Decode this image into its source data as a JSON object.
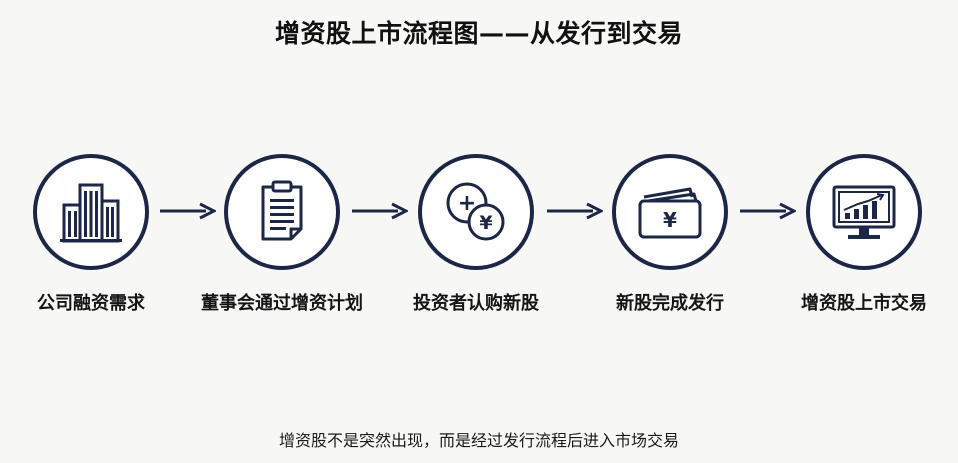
{
  "title": "增资股上市流程图——从发行到交易",
  "steps": [
    {
      "label": "公司融资需求",
      "icon": "office-building-icon"
    },
    {
      "label": "董事会通过增资计划",
      "icon": "clipboard-document-icon"
    },
    {
      "label": "投资者认购新股",
      "icon": "coins-icon"
    },
    {
      "label": "新股完成发行",
      "icon": "wallet-cards-icon"
    },
    {
      "label": "增资股上市交易",
      "icon": "trading-monitor-icon"
    }
  ],
  "coin_symbols": {
    "large": "+",
    "small": "¥"
  },
  "wallet_symbol": "¥",
  "footer": "增资股不是突然出现，而是经过发行流程后进入市场交易",
  "colors": {
    "primary": "#1c2747",
    "text": "#111111",
    "background": "#f7f7f5"
  }
}
